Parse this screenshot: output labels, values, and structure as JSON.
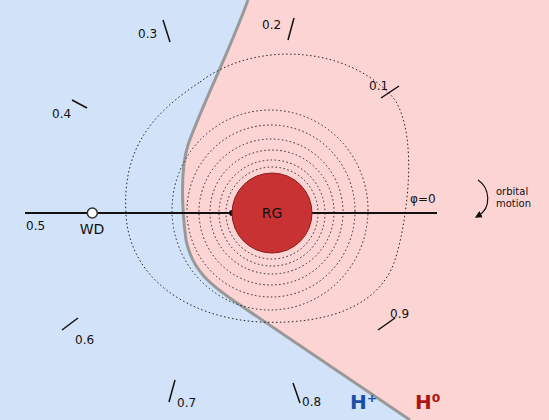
{
  "diagram": {
    "nodes": [
      {
        "text": [
          "WD"
        ]
      },
      {
        "text": [
          "RG"
        ]
      }
    ],
    "edges": [
      {
        "from": 0,
        "to": 1,
        "arrow": "none"
      }
    ],
    "labels": [
      "0.3",
      "0.2",
      "0.4",
      "0.1",
      "0.5",
      "φ=0",
      "orbital motion",
      "0.6",
      "0.9",
      "0.7",
      "0.8",
      "H⁺",
      "H⁰"
    ]
  }
}
